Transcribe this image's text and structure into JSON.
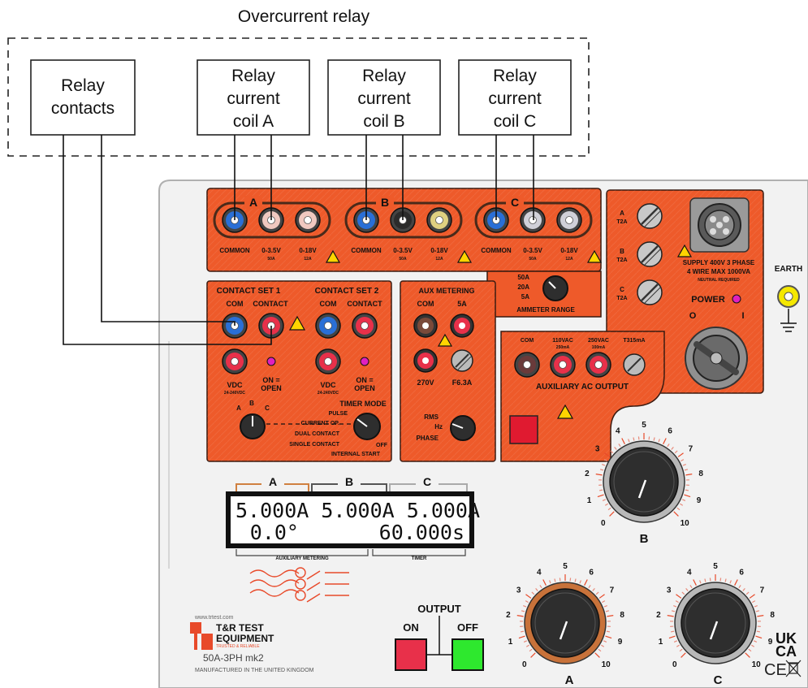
{
  "diagram": {
    "title": "Overcurrent relay",
    "relay_boxes": [
      {
        "lines": [
          "Relay",
          "contacts"
        ]
      },
      {
        "lines": [
          "Relay",
          "current",
          "coil A"
        ]
      },
      {
        "lines": [
          "Relay",
          "current",
          "coil B"
        ]
      },
      {
        "lines": [
          "Relay",
          "current",
          "coil C"
        ]
      }
    ]
  },
  "test_set": {
    "phase_groups": [
      {
        "letter": "A",
        "labels": [
          "COMMON",
          "0-3.5V",
          "0-18V"
        ],
        "sublabels": [
          "",
          "50A",
          "12A"
        ],
        "colors": [
          "#2a6fd6",
          "#f0c8c0",
          "#f0c8c0"
        ]
      },
      {
        "letter": "B",
        "labels": [
          "COMMON",
          "0-3.5V",
          "0-18V"
        ],
        "sublabels": [
          "",
          "50A",
          "12A"
        ],
        "colors": [
          "#2a6fd6",
          "#2b2b2b",
          "#e0d080"
        ]
      },
      {
        "letter": "C",
        "labels": [
          "COMMON",
          "0-3.5V",
          "0-18V"
        ],
        "sublabels": [
          "",
          "50A",
          "12A"
        ],
        "colors": [
          "#2a6fd6",
          "#d0d0d8",
          "#d0d0d8"
        ]
      }
    ],
    "ammeter_range": {
      "title": "AMMETER RANGE",
      "options": [
        "50A",
        "20A",
        "5A"
      ]
    },
    "power": {
      "fuses": [
        {
          "label": "A",
          "rating": "T2A"
        },
        {
          "label": "B",
          "rating": "T2A"
        },
        {
          "label": "C",
          "rating": "T2A"
        }
      ],
      "supply_line1": "SUPPLY 400V 3 PHASE",
      "supply_line2": "4 WIRE MAX 1000VA",
      "supply_line3": "NEUTRAL REQUIRED",
      "power_label": "POWER",
      "off_symbol": "O",
      "on_symbol": "I"
    },
    "earth_label": "EARTH",
    "contacts": {
      "set1_title": "CONTACT SET 1",
      "set2_title": "CONTACT SET 2",
      "com": "COM",
      "contact": "CONTACT",
      "vdc": "VDC",
      "vdc_sub": "24-240VDC",
      "on_open": "ON =",
      "open": "OPEN",
      "selector": [
        "A",
        "B",
        "C"
      ],
      "timer_mode_title": "TIMER MODE",
      "timer_modes": [
        "PULSE",
        "CURRENT OP.",
        "DUAL CONTACT",
        "SINGLE CONTACT"
      ],
      "off": "OFF",
      "internal_start": "INTERNAL START"
    },
    "aux_metering": {
      "title": "AUX METERING",
      "com": "COM",
      "a5": "5A",
      "v270": "270V",
      "fuse": "F6.3A",
      "modes": [
        "RMS",
        "Hz",
        "PHASE"
      ]
    },
    "aux_output": {
      "title": "AUXILIARY AC OUTPUT",
      "labels": [
        "COM",
        "110VAC",
        "250VAC",
        "T315mA"
      ],
      "sublabels": [
        "",
        "250mA",
        "100mA",
        ""
      ]
    },
    "display": {
      "phase_tabs": [
        "A",
        "B",
        "C"
      ],
      "line1": "5.000A 5.000A 5.000A",
      "line2_left": "0.0°",
      "line2_right": "60.000s",
      "footer_left": "AUXILIARY METERING",
      "footer_right": "TIMER"
    },
    "output": {
      "title": "OUTPUT",
      "on": "ON",
      "off": "OFF"
    },
    "dial_scale": [
      "0",
      "1",
      "2",
      "3",
      "4",
      "5",
      "6",
      "7",
      "8",
      "9",
      "10"
    ],
    "dials": [
      {
        "label": "B"
      },
      {
        "label": "A"
      },
      {
        "label": "C"
      }
    ],
    "brand": {
      "url": "www.trtest.com",
      "name1": "T&R TEST",
      "name2": "EQUIPMENT",
      "tagline": "TRUSTED & RELIABLE",
      "model": "50A-3PH mk2",
      "made_in": "MANUFACTURED IN THE UNITED KINGDOM"
    },
    "marks": {
      "ukca1": "UK",
      "ukca2": "CA",
      "ce": "CE"
    }
  }
}
